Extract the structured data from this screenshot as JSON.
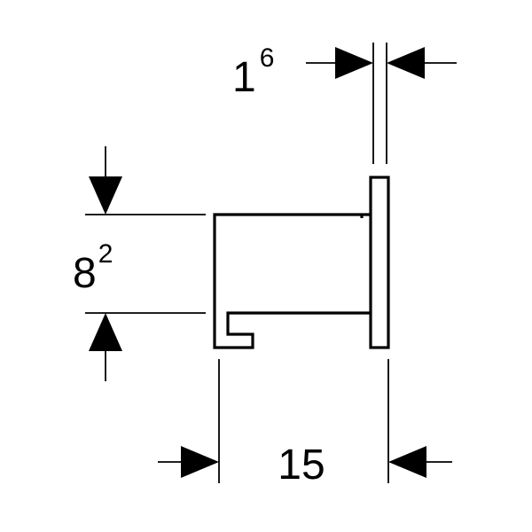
{
  "dimensions": {
    "thickness": {
      "base": "1",
      "sup": "6"
    },
    "height": {
      "base": "8",
      "sup": "2"
    },
    "depth": {
      "value": "15"
    }
  },
  "colors": {
    "line": "#000000",
    "background": "#ffffff"
  }
}
